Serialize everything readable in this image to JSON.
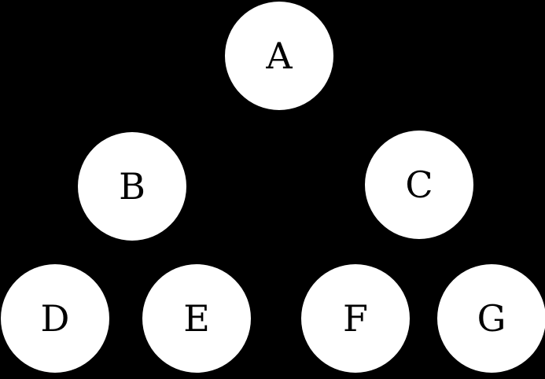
{
  "diagram": {
    "type": "tree",
    "background_color": "#000000",
    "node_fill_color": "#ffffff",
    "node_text_color": "#000000",
    "edges_visible": false,
    "rows": [
      [
        "A"
      ],
      [
        "B",
        "C"
      ],
      [
        "D",
        "E",
        "F",
        "G"
      ]
    ],
    "nodes": [
      {
        "id": "A",
        "label": "A",
        "row": 0
      },
      {
        "id": "B",
        "label": "B",
        "row": 1
      },
      {
        "id": "C",
        "label": "C",
        "row": 1
      },
      {
        "id": "D",
        "label": "D",
        "row": 2
      },
      {
        "id": "E",
        "label": "E",
        "row": 2
      },
      {
        "id": "F",
        "label": "F",
        "row": 2
      },
      {
        "id": "G",
        "label": "G",
        "row": 2
      }
    ]
  }
}
